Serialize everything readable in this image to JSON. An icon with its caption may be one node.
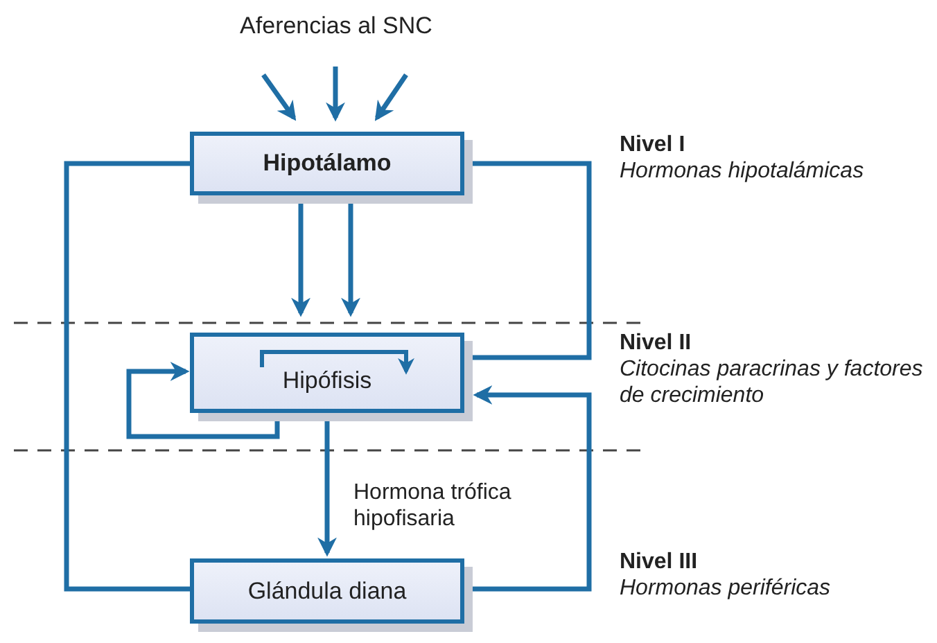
{
  "diagram": {
    "nodes": [
      {
        "text": [
          "Aferencias al SNC"
        ]
      },
      {
        "text": [
          "Hipotálamo"
        ]
      },
      {
        "text": [
          "Hipófisis"
        ]
      },
      {
        "text": [
          "Glándula diana"
        ]
      }
    ],
    "edges": [
      {
        "from": 0,
        "to": 1,
        "arrow": "to"
      },
      {
        "from": 0,
        "to": 1,
        "arrow": "to"
      },
      {
        "from": 0,
        "to": 1,
        "arrow": "to"
      },
      {
        "from": 1,
        "to": 2,
        "arrow": "to"
      },
      {
        "from": 1,
        "to": 2,
        "arrow": "to"
      },
      {
        "from": 1,
        "to": 3,
        "arrow": "none"
      },
      {
        "from": 1,
        "to": 2,
        "arrow": "none"
      },
      {
        "from": 2,
        "to": 2,
        "arrow": "to"
      },
      {
        "from": 2,
        "to": 3,
        "arrow": "to",
        "label": "Hormona trófica hipofisaria"
      },
      {
        "from": 3,
        "to": 2,
        "arrow": "to"
      }
    ],
    "labels": [
      "Nivel I",
      "Hormonas hipotalámicas",
      "Nivel II",
      "Citocinas paracrinas y factores de crecimiento",
      "Nivel III",
      "Hormonas periféricas"
    ]
  }
}
